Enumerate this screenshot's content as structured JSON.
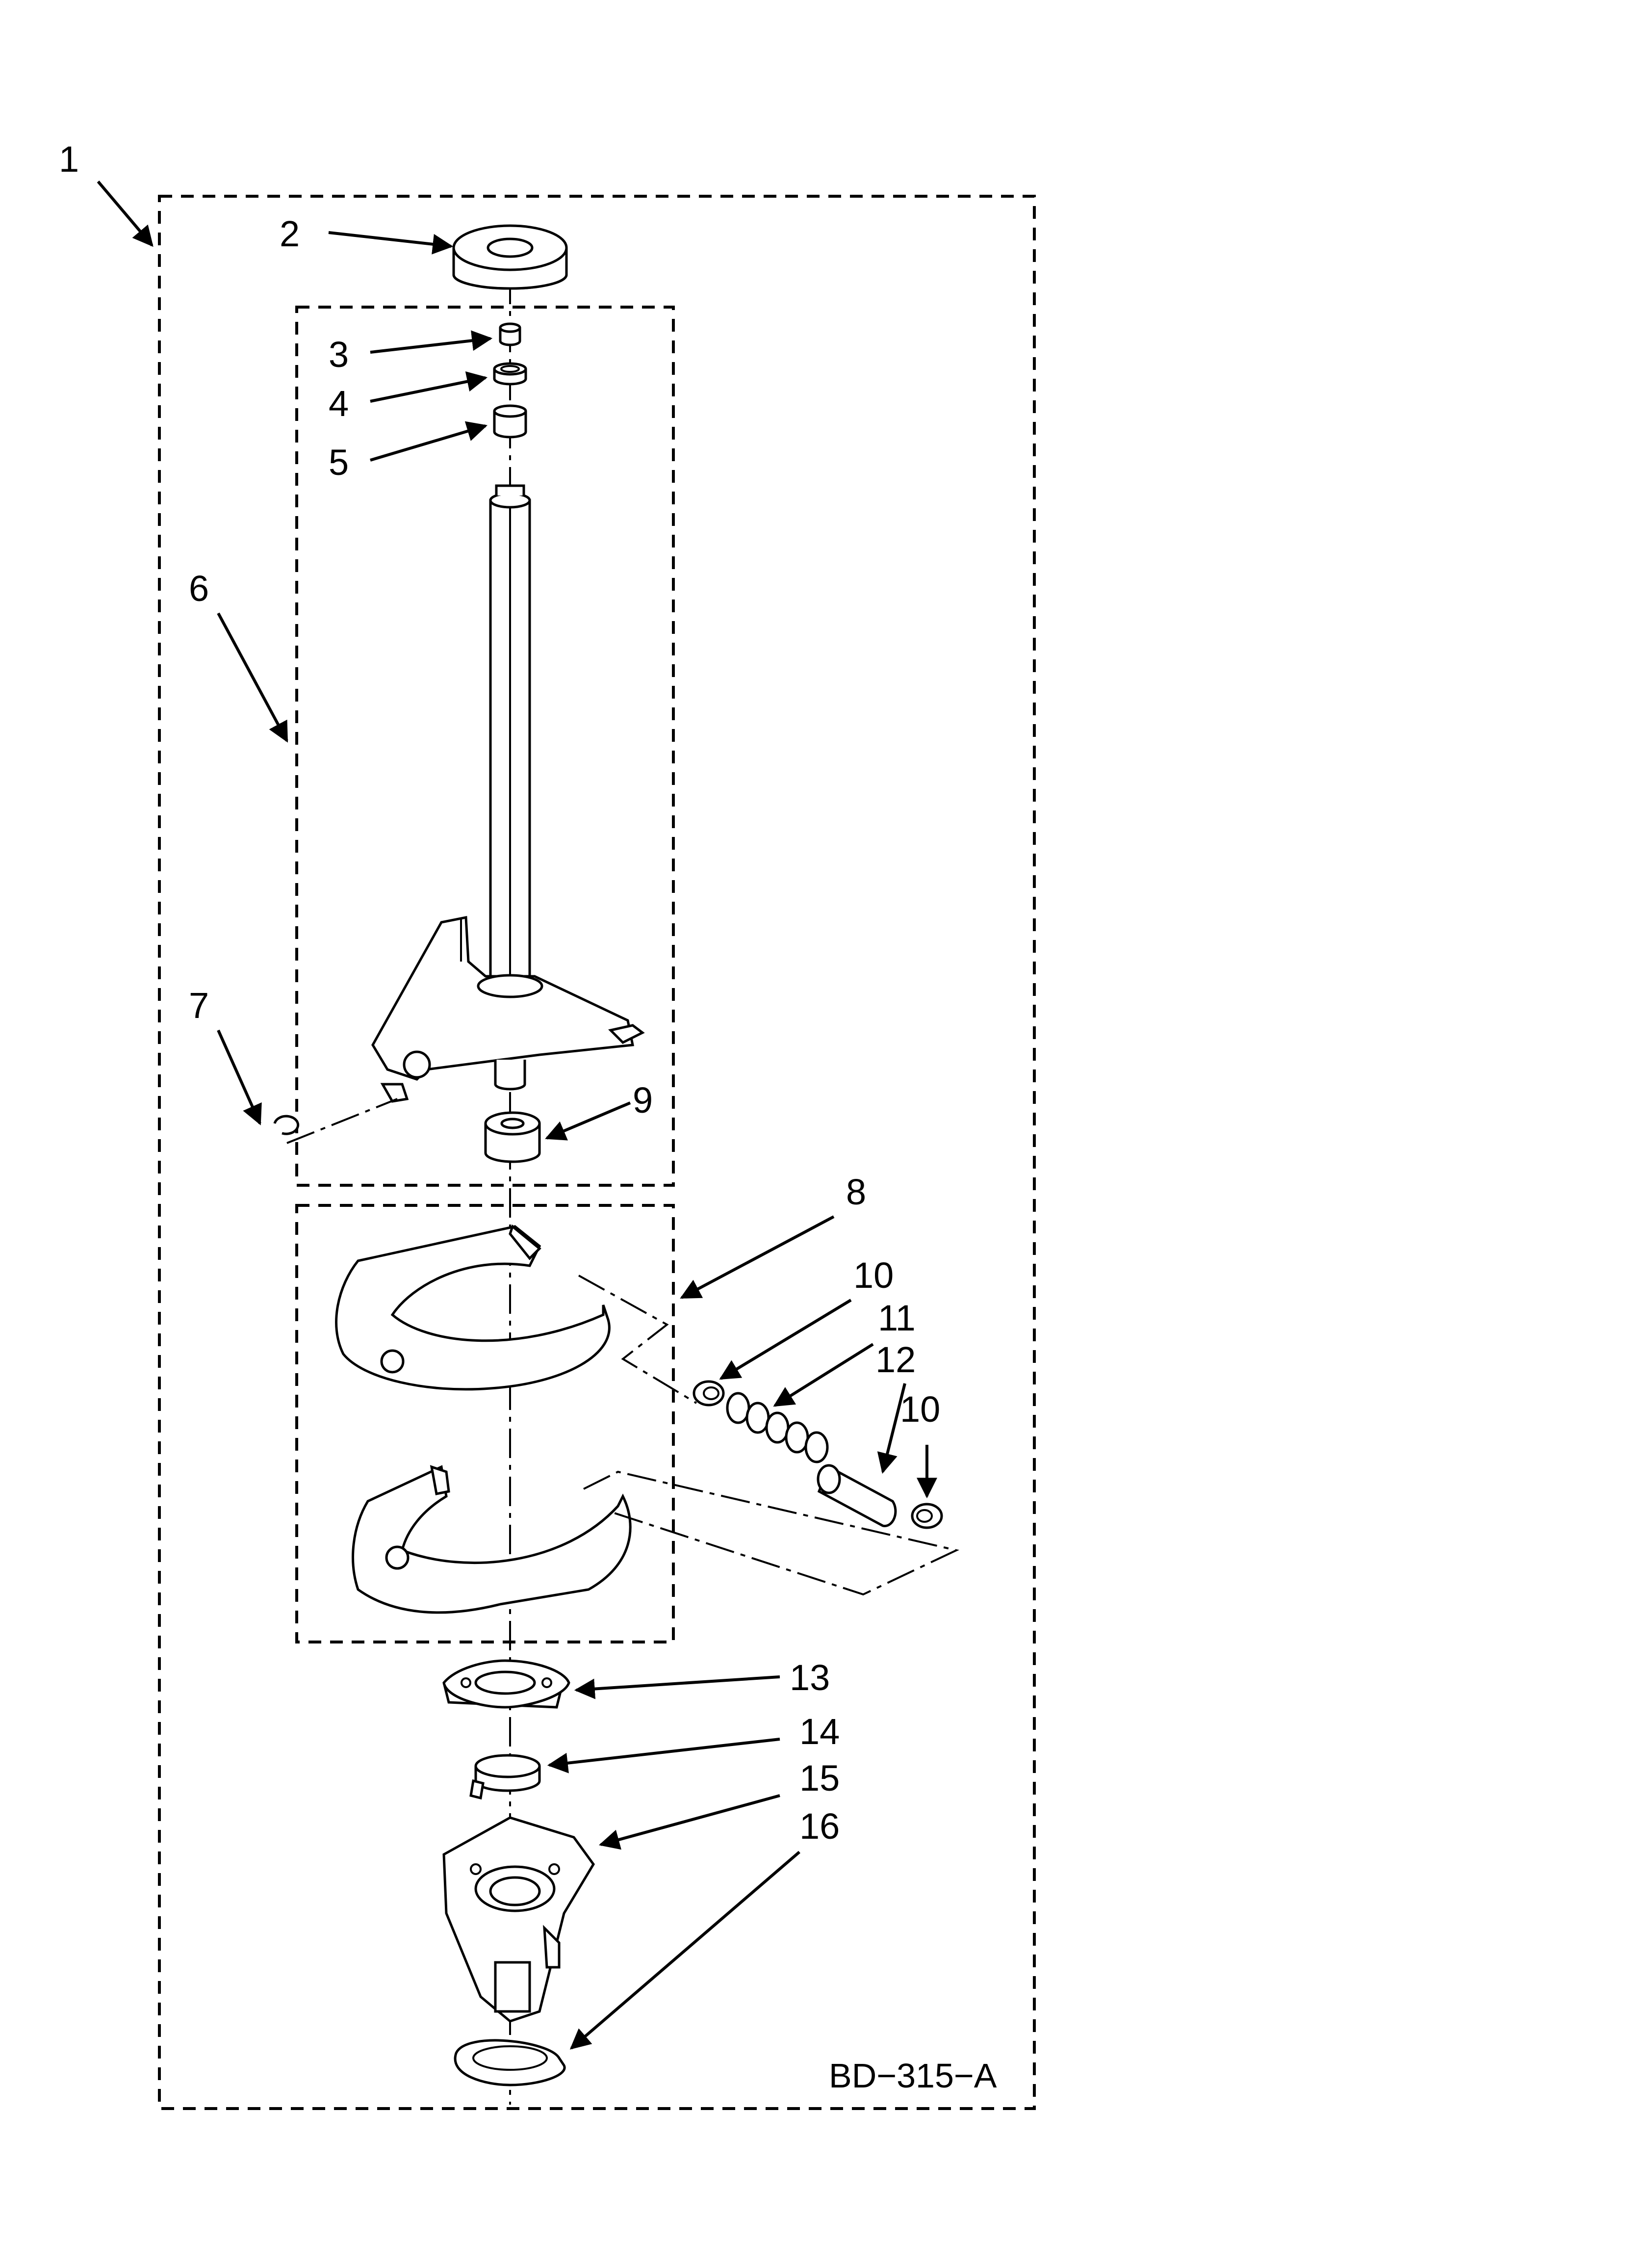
{
  "diagram_code": "BD−315−A",
  "callouts": [
    {
      "id": "1",
      "label": "1"
    },
    {
      "id": "2",
      "label": "2"
    },
    {
      "id": "3",
      "label": "3"
    },
    {
      "id": "4",
      "label": "4"
    },
    {
      "id": "5",
      "label": "5"
    },
    {
      "id": "6",
      "label": "6"
    },
    {
      "id": "7",
      "label": "7"
    },
    {
      "id": "8",
      "label": "8"
    },
    {
      "id": "9",
      "label": "9"
    },
    {
      "id": "10a",
      "label": "10"
    },
    {
      "id": "11",
      "label": "11"
    },
    {
      "id": "12",
      "label": "12"
    },
    {
      "id": "10b",
      "label": "10"
    },
    {
      "id": "13",
      "label": "13"
    },
    {
      "id": "14",
      "label": "14"
    },
    {
      "id": "15",
      "label": "15"
    },
    {
      "id": "16",
      "label": "16"
    }
  ]
}
